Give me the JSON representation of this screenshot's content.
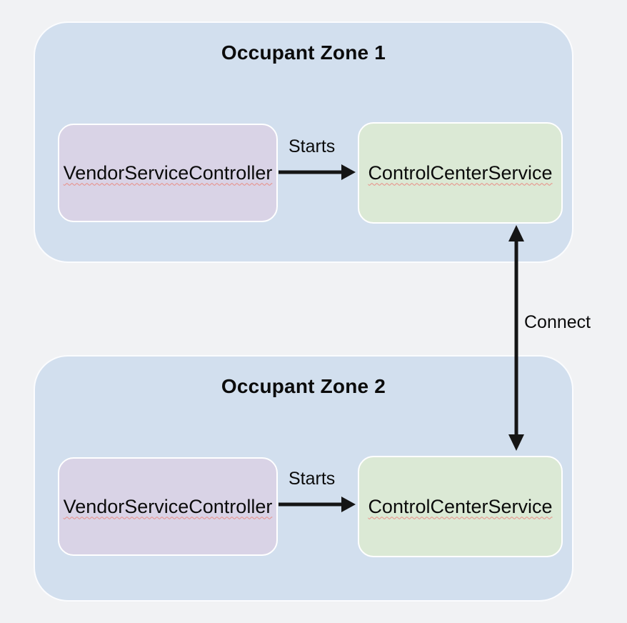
{
  "diagram": {
    "connect_label": "Connect",
    "zones": [
      {
        "title": "Occupant Zone 1",
        "vendor_label": "VendorServiceController",
        "starts_label": "Starts",
        "control_label": "ControlCenterService"
      },
      {
        "title": "Occupant Zone 2",
        "vendor_label": "VendorServiceController",
        "starts_label": "Starts",
        "control_label": "ControlCenterService"
      }
    ]
  },
  "colors": {
    "page_bg": "#f1f2f4",
    "zone_fill": "#d2dfee",
    "zone_border": "#fbfcfe",
    "vendor_fill": "#d9d3e6",
    "control_fill": "#dbe9d5",
    "box_border": "#ffffff",
    "arrow": "#151515",
    "text": "#0b0b0b",
    "squiggle": "#e98d85"
  }
}
